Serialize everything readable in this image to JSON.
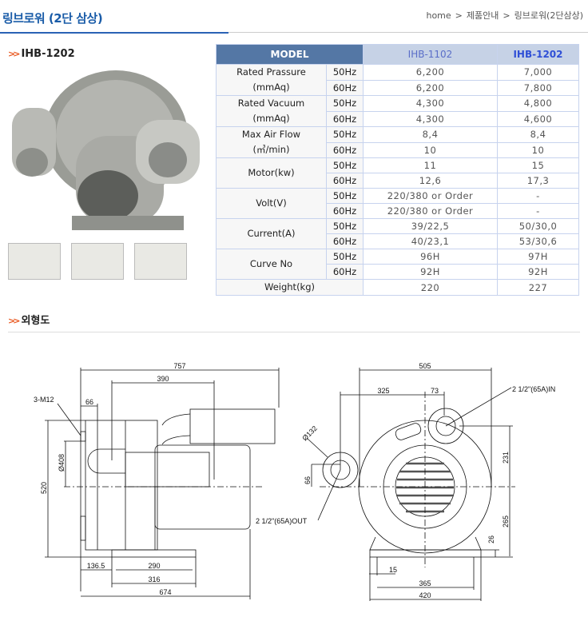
{
  "page_title": "링브로워 (2단 삼상)",
  "breadcrumb": [
    "home",
    "제품안내",
    "링브로워(2단삼상)"
  ],
  "breadcrumb_sep": ">",
  "product_section": {
    "arrow": ">>",
    "label": "IHB-1202"
  },
  "drawing_section": {
    "arrow": ">>",
    "label": "외형도"
  },
  "table": {
    "header": {
      "model": "MODEL",
      "col1": "IHB-1102",
      "col2": "IHB-1202"
    },
    "groups": [
      {
        "label": [
          "Rated Prassure",
          "(mmAq)"
        ],
        "rows": [
          [
            "50Hz",
            "6,200",
            "7,000"
          ],
          [
            "60Hz",
            "6,200",
            "7,800"
          ]
        ]
      },
      {
        "label": [
          "Rated Vacuum",
          "(mmAq)"
        ],
        "rows": [
          [
            "50Hz",
            "4,300",
            "4,800"
          ],
          [
            "60Hz",
            "4,300",
            "4,600"
          ]
        ]
      },
      {
        "label": [
          "Max Air Flow",
          "(㎥/min)"
        ],
        "rows": [
          [
            "50Hz",
            "8,4",
            "8,4"
          ],
          [
            "60Hz",
            "10",
            "10"
          ]
        ]
      },
      {
        "label": [
          "Motor(kw)"
        ],
        "rows": [
          [
            "50Hz",
            "11",
            "15"
          ],
          [
            "60Hz",
            "12,6",
            "17,3"
          ]
        ]
      },
      {
        "label": [
          "Volt(V)"
        ],
        "rows": [
          [
            "50Hz",
            "220/380 or Order",
            "-"
          ],
          [
            "60Hz",
            "220/380 or Order",
            "-"
          ]
        ]
      },
      {
        "label": [
          "Current(A)"
        ],
        "rows": [
          [
            "50Hz",
            "39/22,5",
            "50/30,0"
          ],
          [
            "60Hz",
            "40/23,1",
            "53/30,6"
          ]
        ]
      },
      {
        "label": [
          "Curve No"
        ],
        "rows": [
          [
            "50Hz",
            "96H",
            "97H"
          ],
          [
            "60Hz",
            "92H",
            "92H"
          ]
        ]
      }
    ],
    "weight": {
      "label": "Weight(kg)",
      "col1": "220",
      "col2": "227"
    }
  },
  "drawing": {
    "left": {
      "d757": "757",
      "d390": "390",
      "d66": "66",
      "m12": "3-M12",
      "d408": "Ø408",
      "d520": "520",
      "d1365": "136.5",
      "d290": "290",
      "d316": "316",
      "d674": "674"
    },
    "right": {
      "d505": "505",
      "d325": "325",
      "d73": "73",
      "inlet": "2 1/2\"(65A)IN",
      "outlet": "2 1/2\"(65A)OUT",
      "d132": "Ø132",
      "d66": "66",
      "d231": "231",
      "d265": "265",
      "d26": "26",
      "d15": "15",
      "d365": "365",
      "d420": "420"
    }
  }
}
